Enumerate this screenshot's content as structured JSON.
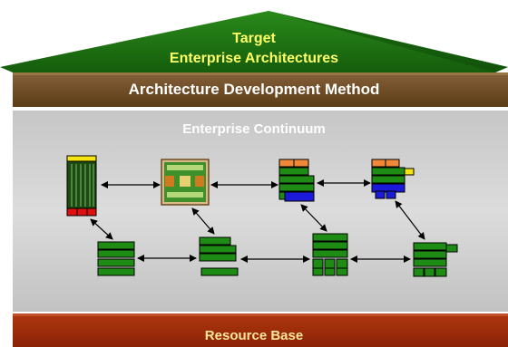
{
  "roof": {
    "line1": "Target",
    "line2": "Enterprise Architectures"
  },
  "adm": {
    "label": "Architecture Development Method"
  },
  "continuum": {
    "label": "Enterprise Continuum"
  },
  "resource": {
    "label": "Resource Base"
  },
  "colors": {
    "roof_green": "#1f6e12",
    "adm_brown": "#6e4a1e",
    "continuum_gray": "#cfcfcf",
    "resource_red": "#9e2a0a",
    "block_green": "#1e8c14",
    "block_orange": "#f08a3a",
    "block_blue": "#1a1ad8",
    "block_yellow": "#f5e410",
    "block_red": "#e01010"
  }
}
